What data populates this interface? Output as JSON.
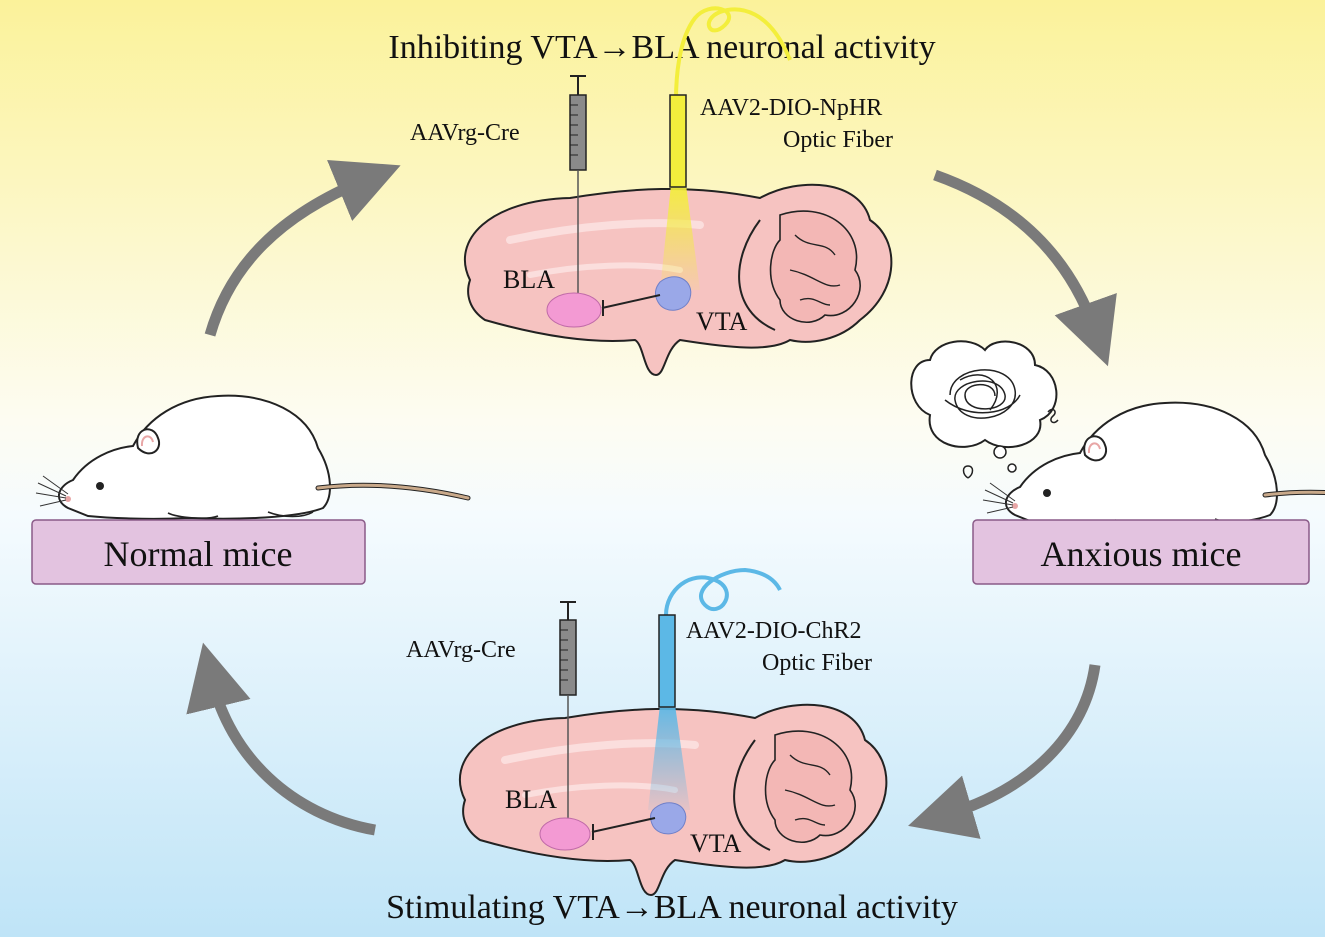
{
  "titles": {
    "top": "Inhibiting VTA→BLA neuronal activity",
    "bottom": "Stimulating VTA→BLA neuronal activity"
  },
  "top_panel": {
    "virus_label": "AAVrg-Cre",
    "fiber_virus": "AAV2-DIO-NpHR",
    "fiber_label": "Optic Fiber",
    "bla": "BLA",
    "vta": "VTA",
    "light_color": "#f3ee3c"
  },
  "bottom_panel": {
    "virus_label": "AAVrg-Cre",
    "fiber_virus": "AAV2-DIO-ChR2",
    "fiber_label": "Optic Fiber",
    "bla": "BLA",
    "vta": "VTA",
    "light_color": "#5cb8e6"
  },
  "states": {
    "left": "Normal mice",
    "right": "Anxious mice"
  },
  "colors": {
    "background_top": "#fbf5a8",
    "background_bottom": "#c4e6f7",
    "brain": "#f6c3c1",
    "bla_region": "#f39ad3",
    "vta_region": "#9aa8e8",
    "label_box": "#e3c3e0",
    "arrow": "#7a7a7a"
  }
}
